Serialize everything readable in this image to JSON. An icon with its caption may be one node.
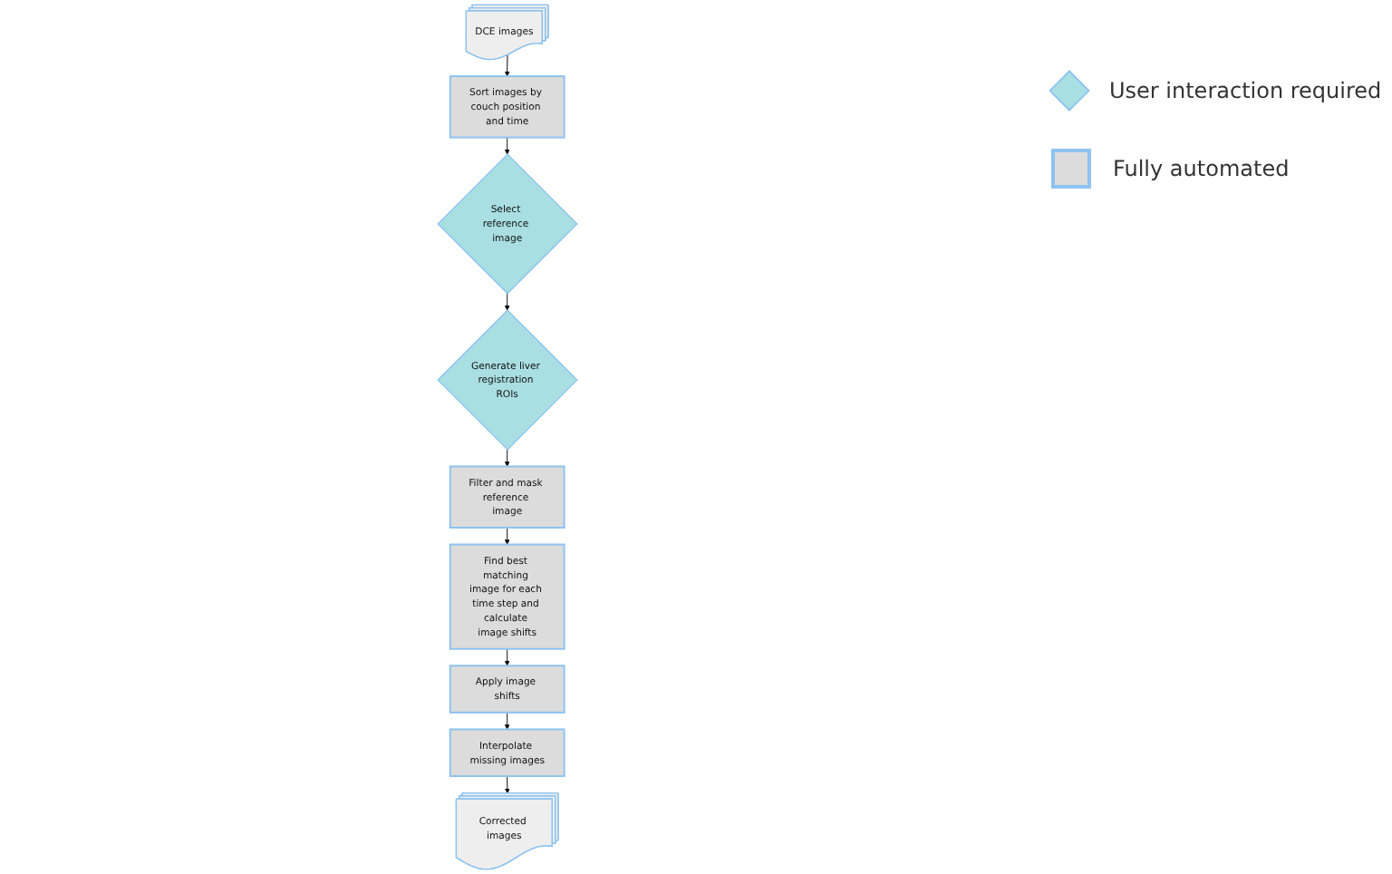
{
  "diagram": {
    "nodes": [
      {
        "text": [
          "DCE images"
        ]
      },
      {
        "text": [
          "Sort images by couch position and time"
        ]
      },
      {
        "text": [
          "Select reference image"
        ]
      },
      {
        "text": [
          "Generate liver registration ROIs"
        ]
      },
      {
        "text": [
          "Filter and mask reference image"
        ]
      },
      {
        "text": [
          "Find best matching image for each time step and calculate image shifts"
        ]
      },
      {
        "text": [
          "Apply image shifts"
        ]
      },
      {
        "text": [
          "Interpolate missing images"
        ]
      },
      {
        "text": [
          "Corrected images"
        ]
      }
    ],
    "edges": [
      {
        "from": 0,
        "to": 1,
        "arrow": "to"
      },
      {
        "from": 1,
        "to": 2,
        "arrow": "to"
      },
      {
        "from": 2,
        "to": 3,
        "arrow": "to"
      },
      {
        "from": 3,
        "to": 4,
        "arrow": "to"
      },
      {
        "from": 4,
        "to": 5,
        "arrow": "to"
      },
      {
        "from": 5,
        "to": 6,
        "arrow": "to"
      },
      {
        "from": 6,
        "to": 7,
        "arrow": "to"
      },
      {
        "from": 7,
        "to": 8,
        "arrow": "to"
      }
    ],
    "legend": [
      {
        "text": "User interaction required"
      },
      {
        "text": "Fully automated"
      }
    ]
  }
}
